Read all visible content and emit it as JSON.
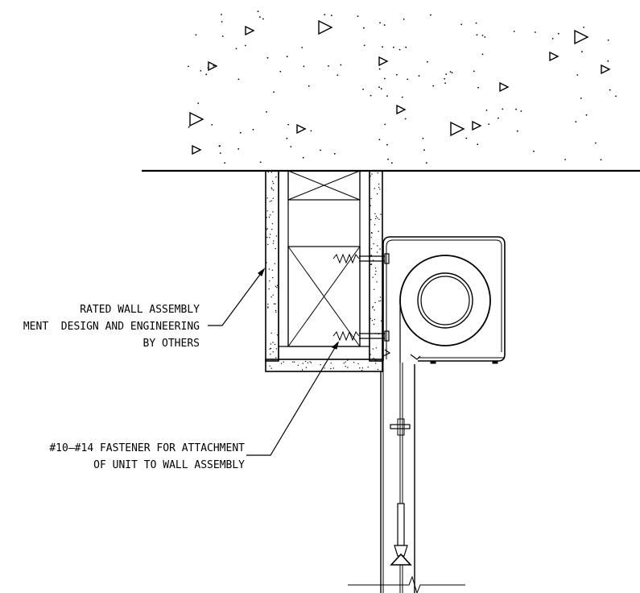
{
  "labels": {
    "wall_line1": "RATED WALL ASSEMBLY",
    "wall_line2": "MENT  DESIGN AND ENGINEERING",
    "wall_line3": "BY OTHERS",
    "fastener_line1": "#10–#14 FASTENER FOR ATTACHMENT",
    "fastener_line2": "OF UNIT TO WALL ASSEMBLY"
  },
  "colors": {
    "line": "#000000",
    "background": "#ffffff"
  }
}
